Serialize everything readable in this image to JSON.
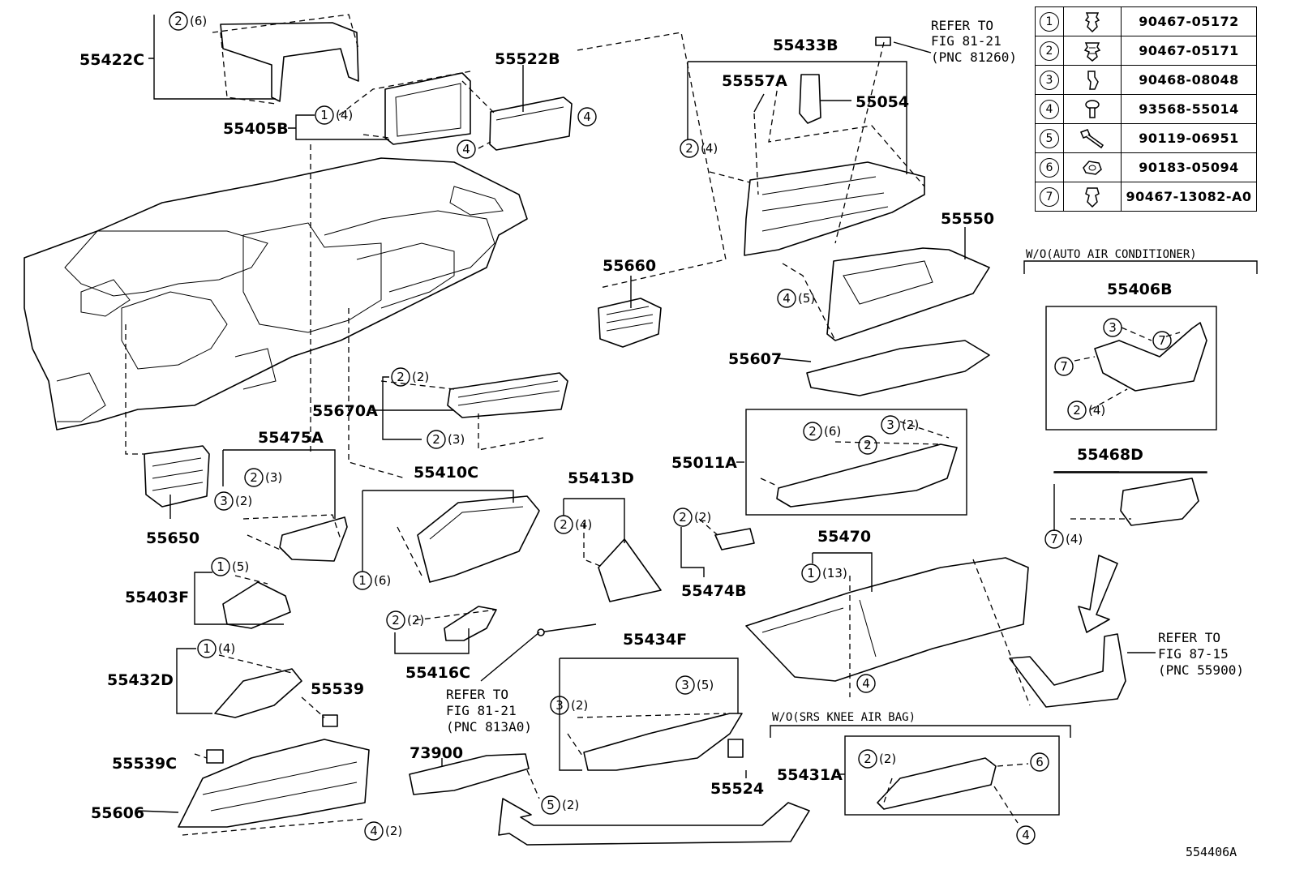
{
  "legend": [
    {
      "key": "1",
      "part_number": "90467-05172",
      "icon": "clip-1-icon"
    },
    {
      "key": "2",
      "part_number": "90467-05171",
      "icon": "clip-2-icon"
    },
    {
      "key": "3",
      "part_number": "90468-08048",
      "icon": "clip-3-icon"
    },
    {
      "key": "4",
      "part_number": "93568-55014",
      "icon": "screw-icon"
    },
    {
      "key": "5",
      "part_number": "90119-06951",
      "icon": "bolt-icon"
    },
    {
      "key": "6",
      "part_number": "90183-05094",
      "icon": "nut-icon"
    },
    {
      "key": "7",
      "part_number": "90467-13082-A0",
      "icon": "clip-7-icon"
    }
  ],
  "part_labels": {
    "p55422C": "55422C",
    "p55405B": "55405B",
    "p55522B": "55522B",
    "p55433B": "55433B",
    "p55557A": "55557A",
    "p55054": "55054",
    "p55550": "55550",
    "p55660": "55660",
    "p55607": "55607",
    "p55670A": "55670A",
    "p55475A": "55475A",
    "p55650": "55650",
    "p55410C": "55410C",
    "p55413D": "55413D",
    "p55011A": "55011A",
    "p55474B": "55474B",
    "p55470": "55470",
    "p55406B": "55406B",
    "p55468D": "55468D",
    "p55403F": "55403F",
    "p55432D": "55432D",
    "p55539": "55539",
    "p55416C": "55416C",
    "p55434F": "55434F",
    "p73900": "73900",
    "p55539C": "55539C",
    "p55606": "55606",
    "p55524": "55524",
    "p55431A": "55431A"
  },
  "callouts": {
    "c1": {
      "num": "2",
      "qty": "(6)"
    },
    "c2": {
      "num": "1",
      "qty": "(4)"
    },
    "c3": {
      "num": "4",
      "qty": ""
    },
    "c4": {
      "num": "4",
      "qty": ""
    },
    "c5": {
      "num": "2",
      "qty": "(4)"
    },
    "c6": {
      "num": "4",
      "qty": "(5)"
    },
    "c7": {
      "num": "2",
      "qty": "(2)"
    },
    "c8": {
      "num": "2",
      "qty": "(3)"
    },
    "c9": {
      "num": "2",
      "qty": "(3)"
    },
    "c10": {
      "num": "3",
      "qty": "(2)"
    },
    "c11": {
      "num": "1",
      "qty": "(6)"
    },
    "c12": {
      "num": "2",
      "qty": "(4)"
    },
    "c13": {
      "num": "2",
      "qty": "(6)"
    },
    "c14": {
      "num": "2",
      "qty": ""
    },
    "c15": {
      "num": "3",
      "qty": "(2)"
    },
    "c16": {
      "num": "2",
      "qty": "(2)"
    },
    "c17": {
      "num": "1",
      "qty": "(13)"
    },
    "c18": {
      "num": "1",
      "qty": "(5)"
    },
    "c19": {
      "num": "2",
      "qty": "(2)"
    },
    "c20": {
      "num": "1",
      "qty": "(4)"
    },
    "c21": {
      "num": "3",
      "qty": "(2)"
    },
    "c22": {
      "num": "3",
      "qty": "(5)"
    },
    "c23": {
      "num": "4",
      "qty": ""
    },
    "c24": {
      "num": "5",
      "qty": "(2)"
    },
    "c25": {
      "num": "4",
      "qty": "(2)"
    },
    "c26": {
      "num": "2",
      "qty": "(2)"
    },
    "c27": {
      "num": "6",
      "qty": ""
    },
    "c28": {
      "num": "4",
      "qty": ""
    },
    "c29": {
      "num": "3",
      "qty": ""
    },
    "c30": {
      "num": "7",
      "qty": ""
    },
    "c31": {
      "num": "7",
      "qty": ""
    },
    "c32": {
      "num": "2",
      "qty": "(4)"
    },
    "c33": {
      "num": "7",
      "qty": "(4)"
    }
  },
  "refs": {
    "r1": {
      "l1": "REFER TO",
      "l2": "FIG 81-21",
      "l3": "(PNC 81260)"
    },
    "r2": {
      "l1": "REFER TO",
      "l2": "FIG 81-21",
      "l3": "(PNC 813A0)"
    },
    "r3": {
      "l1": "REFER TO",
      "l2": "FIG 87-15",
      "l3": "(PNC 55900)"
    }
  },
  "notes": {
    "auto_ac": "W/O(AUTO AIR CONDITIONER)",
    "srs": "W/O(SRS KNEE AIR BAG)"
  },
  "diagram_id": "554406A"
}
